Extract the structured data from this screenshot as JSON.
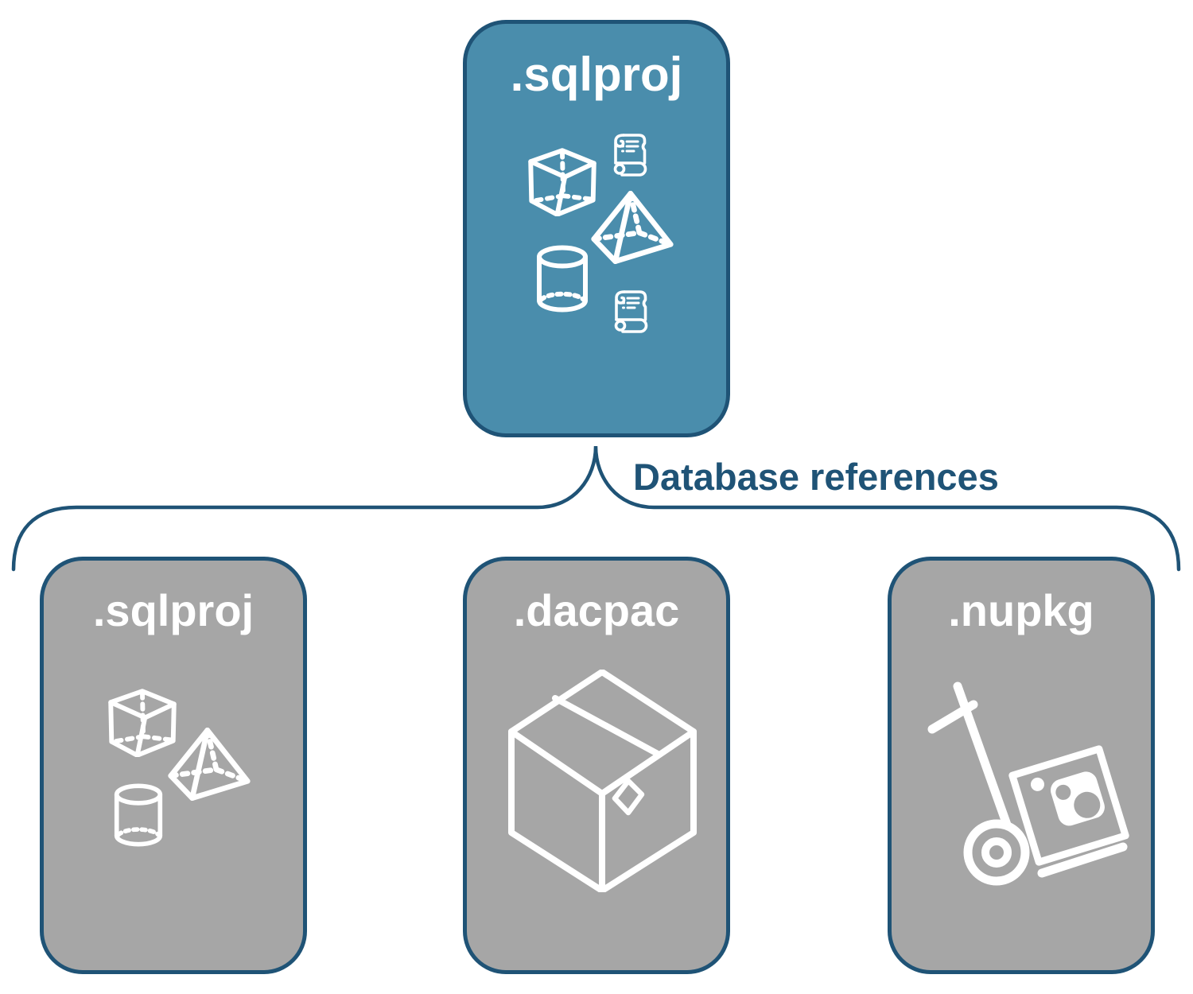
{
  "colors": {
    "root_fill": "#4a8dac",
    "child_fill": "#a6a6a6",
    "outline": "#1f5376",
    "icon_color": "#ffffff",
    "title_color": "#ffffff",
    "background": "#ffffff"
  },
  "root": {
    "label": ".sqlproj",
    "icons": [
      "cube-icon",
      "scroll-icon",
      "pyramid-icon",
      "cylinder-icon",
      "scroll-icon"
    ]
  },
  "connector": {
    "label": "Database references",
    "shape": "brace-from-root-to-children"
  },
  "children": [
    {
      "label": ".sqlproj",
      "icons": [
        "cube-icon",
        "pyramid-icon",
        "cylinder-icon"
      ]
    },
    {
      "label": ".dacpac",
      "icons": [
        "package-box-icon"
      ]
    },
    {
      "label": ".nupkg",
      "icons": [
        "hand-truck-package-icon"
      ]
    }
  ]
}
